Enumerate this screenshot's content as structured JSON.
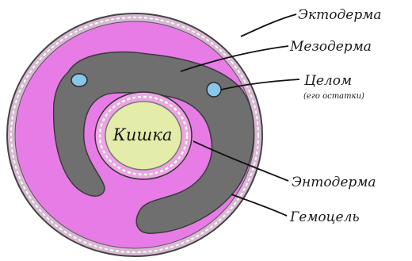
{
  "labels": {
    "ectoderm": "Эктодерма",
    "mesoderm": "Мезодерма",
    "coelom": "Целом",
    "coelom_note": "(его остатки)",
    "gut": "Кишка",
    "endoderm": "Энтодерма",
    "hemocoel": "Гемоцель"
  },
  "colors": {
    "body_fill": "#e77ce6",
    "mesoderm": "#6f6f6f",
    "coelom": "#88c6ea",
    "gut": "#e4ecaa",
    "endoderm_ring": "#eaa6e0",
    "outline": "#444444"
  }
}
